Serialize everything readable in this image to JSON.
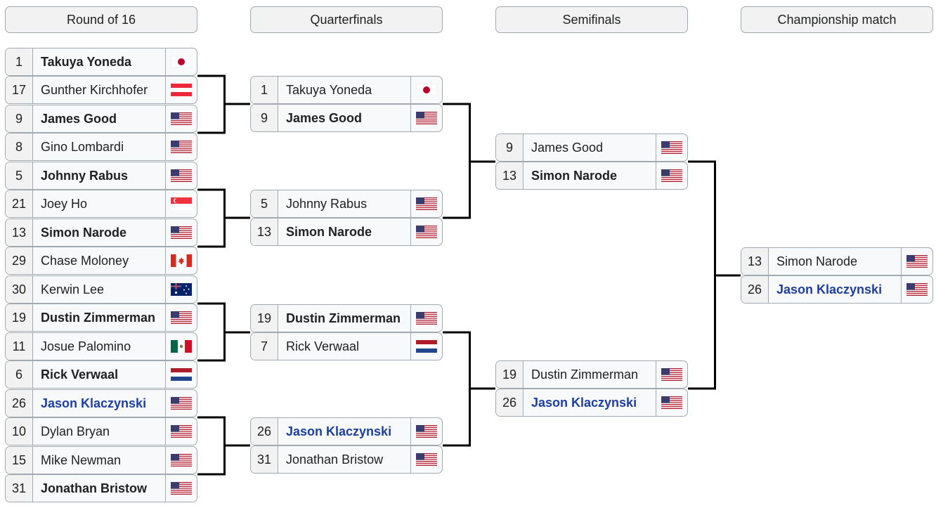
{
  "rounds": [
    {
      "label": "Round of 16"
    },
    {
      "label": "Quarterfinals"
    },
    {
      "label": "Semifinals"
    },
    {
      "label": "Championship match"
    }
  ],
  "matches": [
    [
      [
        {
          "seed": "1",
          "name": "Takuya Yoneda",
          "flag": "japan",
          "winner": true
        },
        {
          "seed": "17",
          "name": "Gunther Kirchhofer",
          "flag": "austria",
          "winner": false
        }
      ],
      [
        {
          "seed": "9",
          "name": "James Good",
          "flag": "usa",
          "winner": true
        },
        {
          "seed": "8",
          "name": "Gino Lombardi",
          "flag": "usa",
          "winner": false
        }
      ],
      [
        {
          "seed": "5",
          "name": "Johnny Rabus",
          "flag": "usa",
          "winner": true
        },
        {
          "seed": "21",
          "name": "Joey Ho",
          "flag": "singapore",
          "winner": false
        }
      ],
      [
        {
          "seed": "13",
          "name": "Simon Narode",
          "flag": "usa",
          "winner": true
        },
        {
          "seed": "29",
          "name": "Chase Moloney",
          "flag": "canada",
          "winner": false
        }
      ],
      [
        {
          "seed": "30",
          "name": "Kerwin Lee",
          "flag": "australia",
          "winner": false
        },
        {
          "seed": "19",
          "name": "Dustin Zimmerman",
          "flag": "usa",
          "winner": true
        }
      ],
      [
        {
          "seed": "11",
          "name": "Josue Palomino",
          "flag": "mexico",
          "winner": false
        },
        {
          "seed": "6",
          "name": "Rick Verwaal",
          "flag": "netherlands",
          "winner": true
        }
      ],
      [
        {
          "seed": "26",
          "name": "Jason Klaczynski",
          "flag": "usa",
          "winner": true,
          "champion": true
        },
        {
          "seed": "10",
          "name": "Dylan Bryan",
          "flag": "usa",
          "winner": false
        }
      ],
      [
        {
          "seed": "15",
          "name": "Mike Newman",
          "flag": "usa",
          "winner": false
        },
        {
          "seed": "31",
          "name": "Jonathan Bristow",
          "flag": "usa",
          "winner": true
        }
      ]
    ],
    [
      [
        {
          "seed": "1",
          "name": "Takuya Yoneda",
          "flag": "japan",
          "winner": false
        },
        {
          "seed": "9",
          "name": "James Good",
          "flag": "usa",
          "winner": true
        }
      ],
      [
        {
          "seed": "5",
          "name": "Johnny Rabus",
          "flag": "usa",
          "winner": false
        },
        {
          "seed": "13",
          "name": "Simon Narode",
          "flag": "usa",
          "winner": true
        }
      ],
      [
        {
          "seed": "19",
          "name": "Dustin Zimmerman",
          "flag": "usa",
          "winner": true
        },
        {
          "seed": "7",
          "name": "Rick Verwaal",
          "flag": "netherlands",
          "winner": false
        }
      ],
      [
        {
          "seed": "26",
          "name": "Jason Klaczynski",
          "flag": "usa",
          "winner": true,
          "champion": true
        },
        {
          "seed": "31",
          "name": "Jonathan Bristow",
          "flag": "usa",
          "winner": false
        }
      ]
    ],
    [
      [
        {
          "seed": "9",
          "name": "James Good",
          "flag": "usa",
          "winner": false
        },
        {
          "seed": "13",
          "name": "Simon Narode",
          "flag": "usa",
          "winner": true
        }
      ],
      [
        {
          "seed": "19",
          "name": "Dustin Zimmerman",
          "flag": "usa",
          "winner": false
        },
        {
          "seed": "26",
          "name": "Jason Klaczynski",
          "flag": "usa",
          "winner": true,
          "champion": true
        }
      ]
    ],
    [
      [
        {
          "seed": "13",
          "name": "Simon Narode",
          "flag": "usa",
          "winner": false
        },
        {
          "seed": "26",
          "name": "Jason Klaczynski",
          "flag": "usa",
          "winner": true,
          "champion": true
        }
      ]
    ]
  ],
  "colors": {
    "champion": "#1d3fa0",
    "border": "#a2a9b1",
    "line": "#000000"
  }
}
